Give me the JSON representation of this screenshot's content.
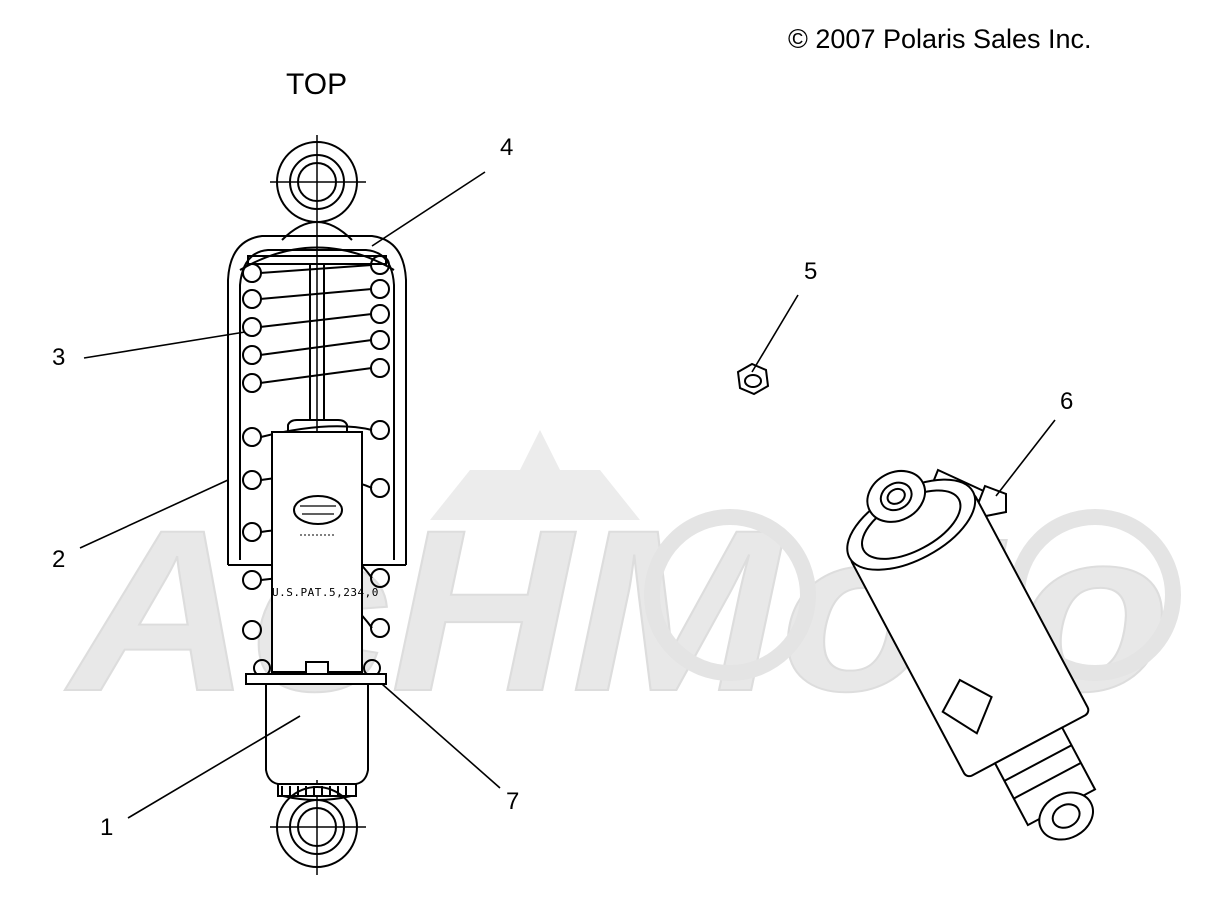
{
  "copyright": "© 2007 Polaris Sales Inc.",
  "orientation_label": "TOP",
  "callouts": [
    "1",
    "2",
    "3",
    "4",
    "5",
    "6",
    "7"
  ],
  "shock_stamp": "U.S.PAT.5,234,0",
  "watermark_text": "AcHMoto",
  "colors": {
    "line": "#000000",
    "watermark": "#e6e6e6",
    "background": "#ffffff"
  }
}
